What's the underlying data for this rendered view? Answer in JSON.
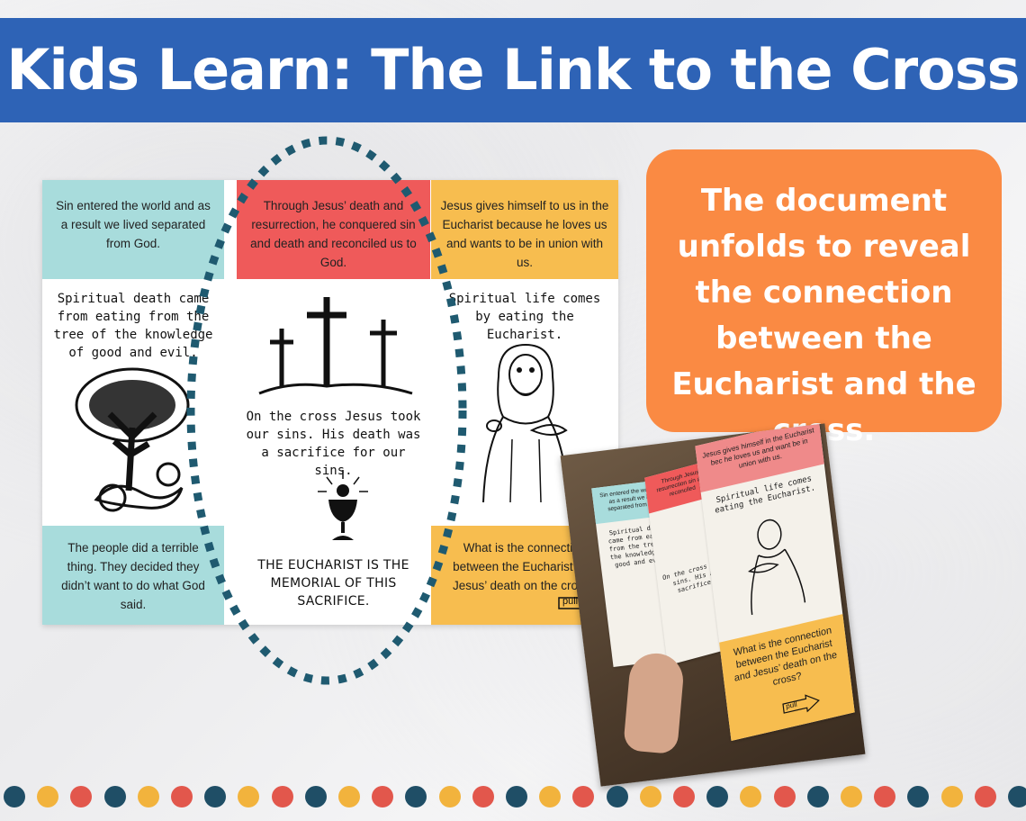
{
  "banner": {
    "title": "Kids Learn: The Link to the Cross",
    "color": "#2e63b6"
  },
  "document": {
    "left": {
      "top_box": "Sin entered the world and as a result we lived separated from God.",
      "middle_text": "Spiritual death came from eating from the tree of the knowledge of good and evil.",
      "bottom_box": "The people did a terrible thing. They decided they didn’t want to do what God said."
    },
    "center": {
      "top_box": "Through Jesus’ death and resurrection, he conquered sin and death and reconciled us to God.",
      "middle_text": "On the cross Jesus took our sins. His death was a sacrifice for our sins.",
      "bottom_text": "THE EUCHARIST IS THE MEMORIAL OF THIS SACRIFICE."
    },
    "right": {
      "top_box": "Jesus gives himself to us in the Eucharist because he loves us and wants to be in union with us.",
      "middle_text": "Spiritual life comes by eating the Eucharist.",
      "bottom_box": "What is the connection between the Eucharist and Jesus’ death on the cross?",
      "pull_label": "pull"
    }
  },
  "callout": {
    "text": "The document unfolds to reveal the connection between the Eucharist and the cross.",
    "color": "#fa8a43"
  },
  "photo": {
    "left_top": "Sin entered the world and as a result we lived separated from God.",
    "center_top": "Through Jesus’ resurrection sin and reconciled",
    "right_top": "Jesus gives himself in the Eucharist bec he loves us and want be in union with us.",
    "left_mid": "Spiritual death came from eating from the tree of the knowledge of good and evil.",
    "center_mid": "On the cross our sins. His a sacrifice",
    "right_mid": "Spiritual life comes eating the Eucharist.",
    "bottom": "What is the connection between the Eucharist and Jesus’ death on the cross?",
    "pull_label": "pull"
  },
  "dot_colors": [
    "#1f4e66",
    "#f2b33d",
    "#e2574c"
  ]
}
